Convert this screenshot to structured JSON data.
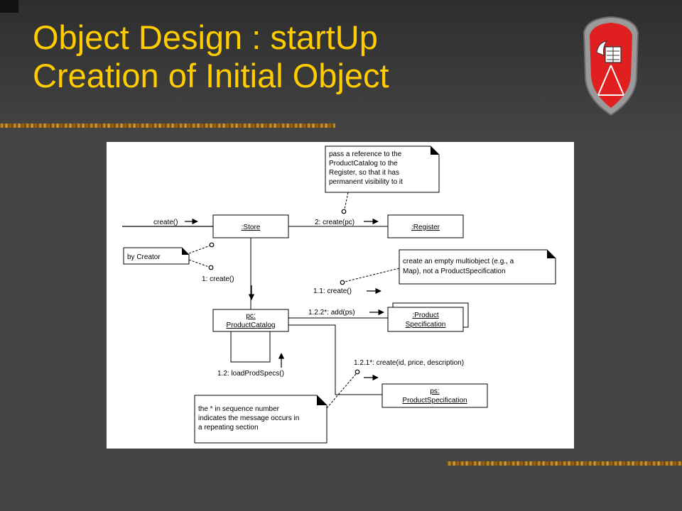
{
  "slide": {
    "title_line1": "Object Design : startUp",
    "title_line2": "Creation of Initial Object"
  },
  "colors": {
    "background": "#454545",
    "title": "#FFCC00",
    "crest_red": "#E02020",
    "crest_border": "#8A8A8A"
  },
  "icons": {
    "crest": "shield-crest-icon"
  },
  "diagram": {
    "objects": {
      "store": ":Store",
      "register": ":Register",
      "catalog_line1": "pc:",
      "catalog_line2": "ProductCatalog",
      "multi_line1": ":Product",
      "multi_line2": "Specification",
      "spec_line1": "ps:",
      "spec_line2": "ProductSpecification"
    },
    "messages": {
      "create": "create()",
      "create_pc": "2: create(pc)",
      "m1_create": "1: create()",
      "m11_create": "1.1: create()",
      "m122_add": "1.2.2*: add(ps)",
      "m12_load": "1.2: loadProdSpecs()",
      "m121_create": "1.2.1*: create(id, price, description)"
    },
    "notes": {
      "reference": [
        "pass a reference to the",
        "ProductCatalog to the",
        "Register, so that it has",
        "permanent visibility to it"
      ],
      "creator": "by Creator",
      "multiobject": [
        "create an empty multiobject (e.g., a",
        "Map), not a ProductSpecification"
      ],
      "repeat": [
        "the * in sequence number",
        "indicates the message occurs in",
        "a repeating section"
      ]
    }
  }
}
